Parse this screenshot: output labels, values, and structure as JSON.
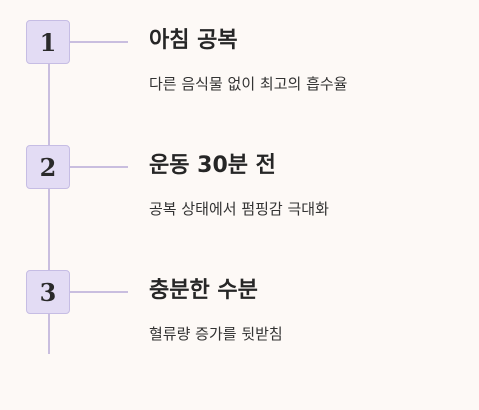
{
  "steps": [
    {
      "number": "1",
      "title": "아침 공복",
      "description": "다른 음식물 없이 최고의 흡수율"
    },
    {
      "number": "2",
      "title": "운동 30분 전",
      "description": "공복 상태에서 펌핑감 극대화"
    },
    {
      "number": "3",
      "title": "충분한 수분",
      "description": "혈류량 증가를 뒷받침"
    }
  ],
  "colors": {
    "background": "#fdf9f6",
    "accent_line": "#c9bedf",
    "badge_fill": "#e3dcf4",
    "badge_border": "#c6bde4",
    "text": "#2a2a2a"
  }
}
